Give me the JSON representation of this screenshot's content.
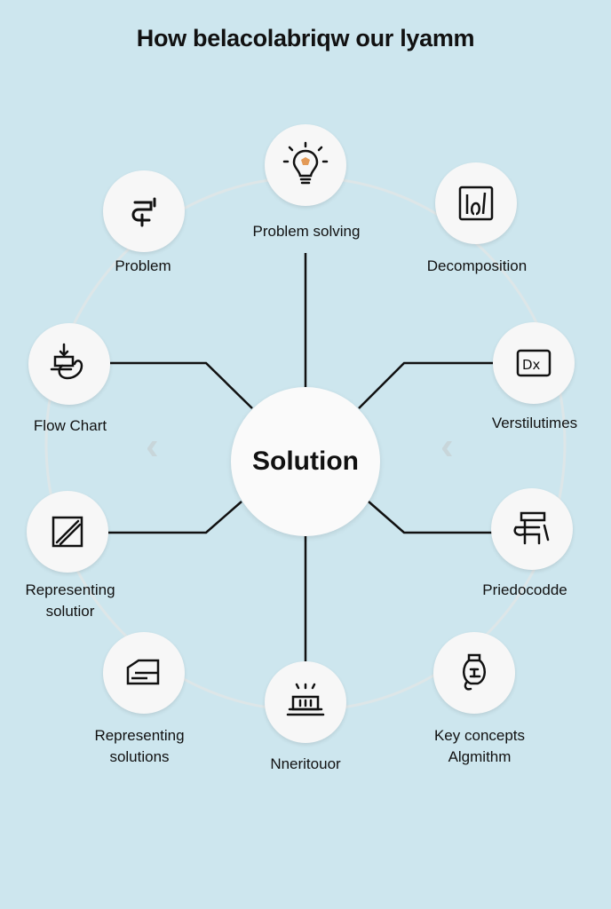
{
  "title": "How belacolabriqw our lyamm",
  "center": {
    "label": "Solution"
  },
  "nodes": [
    {
      "label": "Problem solving",
      "icon": "lightbulb-icon"
    },
    {
      "label": "Problem",
      "icon": "pipe-connector-icon"
    },
    {
      "label": "Decomposition",
      "icon": "chart-box-icon"
    },
    {
      "label": "Flow Chart",
      "icon": "flowchart-icon"
    },
    {
      "label": "Verstilutimes",
      "icon": "document-icon"
    },
    {
      "label": "Representing\nsolutior",
      "icon": "pencil-icon"
    },
    {
      "label": "Priedocodde",
      "icon": "stack-icon"
    },
    {
      "label": "Representing\nsolutions",
      "icon": "folder-icon"
    },
    {
      "label": "Nneritouor",
      "icon": "laptop-icon"
    },
    {
      "label": "Key concepts\nAlgmithm",
      "icon": "flask-icon"
    }
  ],
  "colors": {
    "background": "#cde6ee",
    "node": "#f7f7f7",
    "line": "#111111",
    "ring": "#dfe8ea"
  }
}
